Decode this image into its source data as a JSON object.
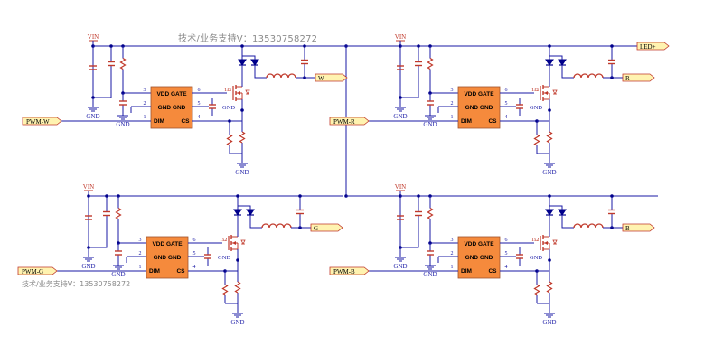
{
  "watermark": "技术/业务支持V：13530758272",
  "colors": {
    "wire": "#1a1aa6",
    "component": "#c0392b",
    "ic_fill": "#f58a3c",
    "ic_stroke": "#a0522d",
    "junction": "#00008b",
    "port_fill": "#fff3b0",
    "port_stroke": "#c0392b",
    "label": "#333333",
    "pin": "#1a1aa6"
  },
  "icons": [
    "schematic-diagram",
    "led-driver-channel-icon",
    "mosfet-icon",
    "inductor-icon",
    "diode-icon",
    "capacitor-icon",
    "resistor-icon",
    "ground-icon",
    "port-arrow-icon"
  ],
  "labels": {
    "vin": "VIN",
    "gnd": "GND",
    "led_plus": "LED+",
    "ic_vdd_gate": "VDD GATE",
    "ic_gnd_gnd": "GND  GND",
    "ic_dim": "DIM",
    "ic_cs": "CS",
    "pin_3": "3",
    "pin_2": "2",
    "pin_1": "1",
    "pin_6": "6",
    "pin_5": "5",
    "pin_4": "4",
    "gate_res": "1Ω"
  },
  "channels": [
    {
      "id": "w",
      "pwm": "PWM-W",
      "out": "W-"
    },
    {
      "id": "r",
      "pwm": "PWM-R",
      "out": "R-"
    },
    {
      "id": "g",
      "pwm": "PWM-G",
      "out": "G-"
    },
    {
      "id": "b",
      "pwm": "PWM-B",
      "out": "B-"
    }
  ]
}
